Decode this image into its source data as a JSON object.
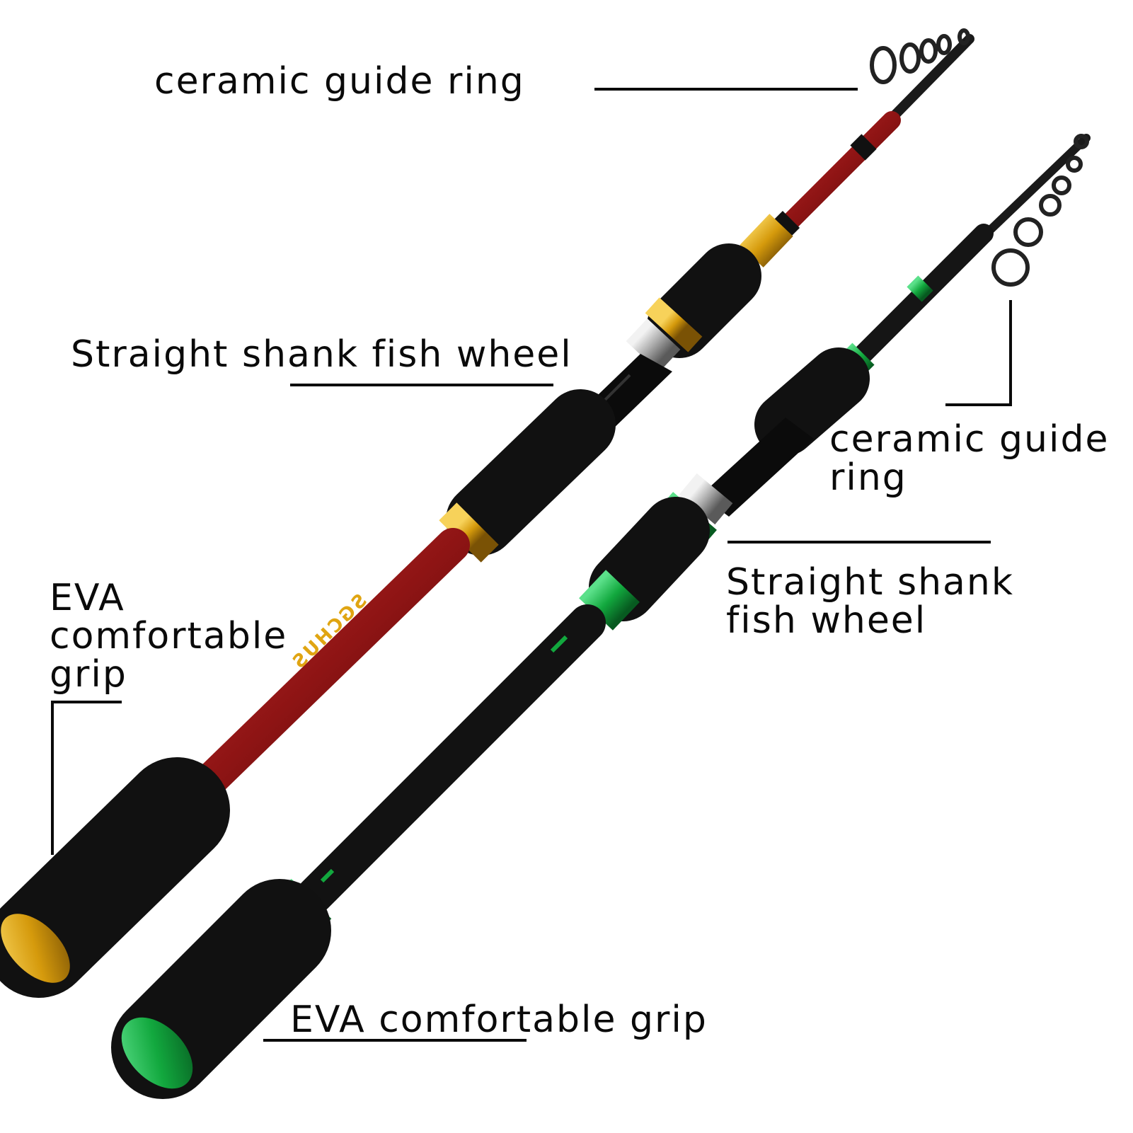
{
  "callouts": {
    "top_left_ring": "ceramic guide ring",
    "left_reel_seat": "Straight shank fish wheel",
    "left_grip": [
      "EVA",
      "comfortable",
      "grip"
    ],
    "right_ring": [
      "ceramic guide",
      "ring"
    ],
    "right_reel_seat": [
      "Straight shank",
      "fish wheel"
    ],
    "bottom_grip": "EVA comfortable grip"
  },
  "rod_model_text": "SGCHUS",
  "colors": {
    "text": "#0a0a0a",
    "red_blank": "#8e1414",
    "gold_trim": "#e0a512",
    "green_trim": "#12a83e",
    "eva_foam": "#111111"
  },
  "icons": [
    "red-telescopic-rod-icon",
    "black-telescopic-rod-icon",
    "guide-ring-icon"
  ]
}
